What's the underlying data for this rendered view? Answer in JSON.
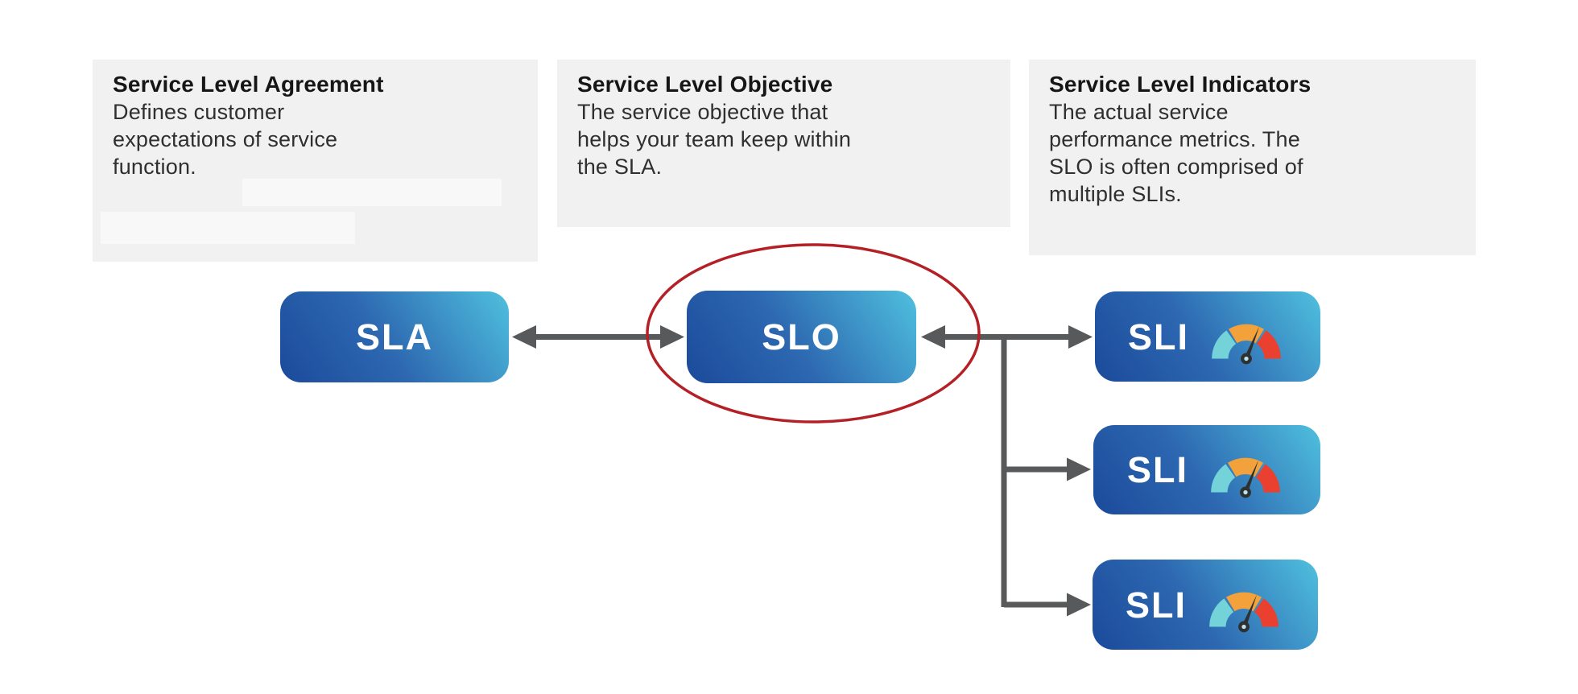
{
  "title_cards": [
    {
      "title": "Service Level Agreement",
      "lines": [
        "Defines customer",
        "expectations of service",
        "function."
      ]
    },
    {
      "title": "Service Level Objective",
      "lines": [
        "The service objective that",
        "helps your team keep within",
        "the SLA."
      ]
    },
    {
      "title": "Service Level Indicators",
      "lines": [
        "The actual service",
        "performance metrics. The",
        "SLO is often comprised of",
        "multiple SLIs."
      ]
    }
  ],
  "nodes": {
    "sla": {
      "label": "SLA"
    },
    "slo": {
      "label": "SLO"
    },
    "sli_1": {
      "label": "SLI"
    },
    "sli_2": {
      "label": "SLI"
    },
    "sli_3": {
      "label": "SLI"
    }
  },
  "icons": {
    "gauge": "speedometer-gauge-icon"
  },
  "colors": {
    "card_background": "#f1f1f2",
    "card_redaction": "#f8f8f9",
    "title_text": "#161616",
    "body_text": "#2f2f2f",
    "node_gradient_dark": "#1b4a9b",
    "node_gradient_light": "#4fc0de",
    "node_text": "#ffffff",
    "connector": "#58595b",
    "highlight_ellipse": "#b32025",
    "gauge_teal": "#74d2d9",
    "gauge_orange": "#f3a13a",
    "gauge_red": "#e9402f",
    "gauge_needle": "#2e3132",
    "gauge_hub_center": "#bfe3ee"
  }
}
